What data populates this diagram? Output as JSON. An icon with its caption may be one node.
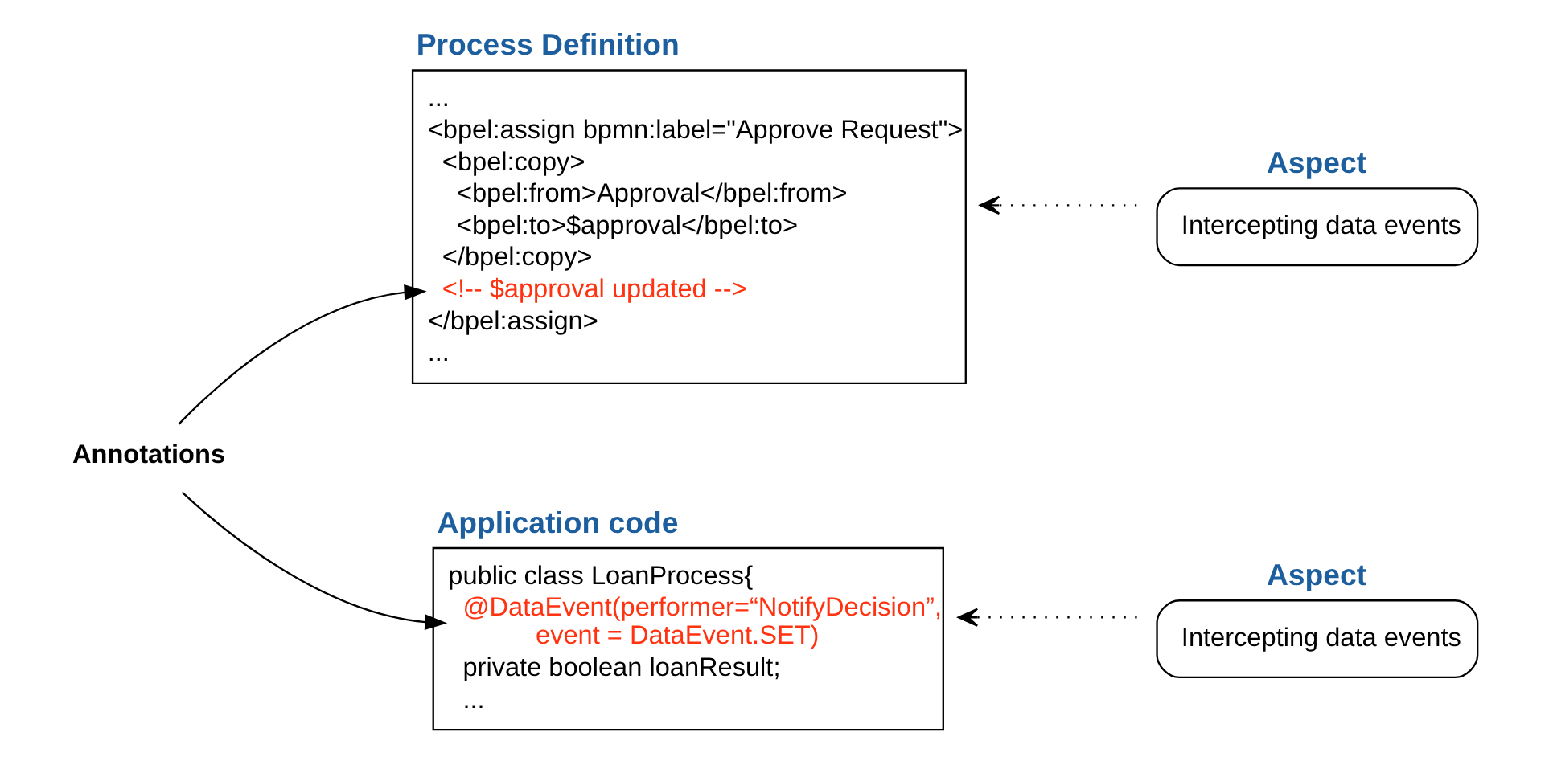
{
  "diagram": {
    "nodes": [
      {
        "text": [
          "Process Definition",
          "...",
          "<bpel:assign bpmn:label=\"Approve Request\">",
          "<bpel:copy>",
          "<bpel:from>Approval</bpel:from>",
          "<bpel:to>$approval</bpel:to>",
          "</bpel:copy>",
          "<!-- $approval updated -->",
          "</bpel:assign>",
          "..."
        ]
      },
      {
        "text": [
          "Aspect",
          "Intercepting data events"
        ]
      },
      {
        "text": [
          "Application code",
          "public class LoanProcess{",
          "@DataEvent(performer=“NotifyDecision”, event = DataEvent.SET)",
          "private boolean loanResult;",
          "..."
        ]
      },
      {
        "text": [
          "Aspect",
          "Intercepting data events"
        ]
      },
      {
        "text": [
          "Annotations"
        ]
      }
    ],
    "edges": [
      {
        "from": 1,
        "to": 0,
        "arrow": "to",
        "style": "dashed"
      },
      {
        "from": 3,
        "to": 2,
        "arrow": "to",
        "style": "dashed"
      },
      {
        "from": 4,
        "to": 0,
        "arrow": "to"
      },
      {
        "from": 4,
        "to": 2,
        "arrow": "to"
      }
    ]
  }
}
